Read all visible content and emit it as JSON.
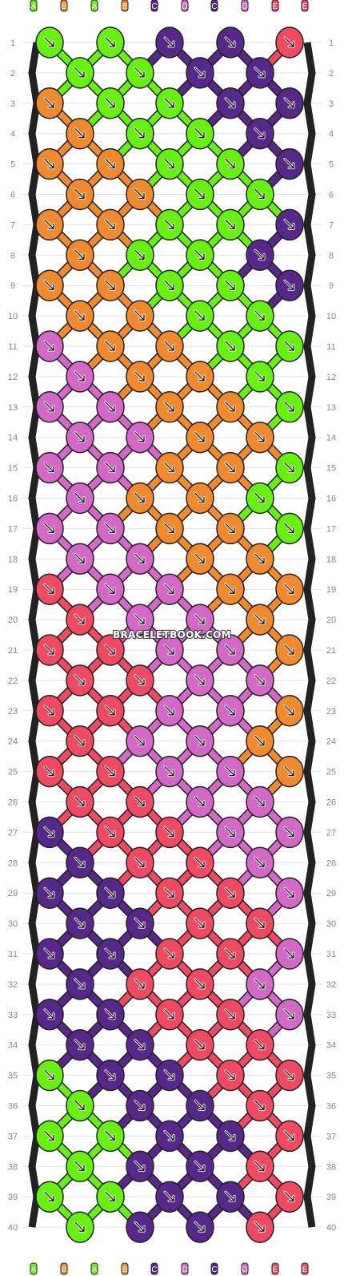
{
  "strand_labels": [
    "A",
    "B",
    "A",
    "B",
    "C",
    "D",
    "C",
    "D",
    "E",
    "E"
  ],
  "strand_colors": {
    "A": "#66f20c",
    "B": "#f08a2c",
    "C": "#56288a",
    "D": "#d468c6",
    "E": "#f04a63"
  },
  "row_numbers": [
    "1",
    "2",
    "3",
    "4",
    "5",
    "6",
    "7",
    "8",
    "9",
    "10",
    "11",
    "12",
    "13",
    "14",
    "15",
    "16",
    "17",
    "18",
    "19",
    "20",
    "21",
    "22",
    "23",
    "24",
    "25",
    "26",
    "27",
    "28",
    "29",
    "30",
    "31",
    "32",
    "33",
    "34",
    "35",
    "36",
    "37",
    "38",
    "39",
    "40"
  ],
  "watermark": "BRACELETBOOK.COM",
  "knots": [
    [
      "A",
      "A",
      "C",
      "C",
      "E"
    ],
    [
      "A",
      "A",
      "C",
      "C"
    ],
    [
      "B",
      "A",
      "A",
      "C",
      "C"
    ],
    [
      "B",
      "A",
      "A",
      "C"
    ],
    [
      "B",
      "B",
      "A",
      "A",
      "C"
    ],
    [
      "B",
      "B",
      "A",
      "A"
    ],
    [
      "B",
      "B",
      "A",
      "A",
      "C"
    ],
    [
      "B",
      "A",
      "A",
      "C"
    ],
    [
      "B",
      "B",
      "A",
      "A",
      "C"
    ],
    [
      "B",
      "B",
      "A",
      "A"
    ],
    [
      "D",
      "B",
      "B",
      "A",
      "A"
    ],
    [
      "D",
      "B",
      "B",
      "A"
    ],
    [
      "D",
      "D",
      "B",
      "B",
      "A"
    ],
    [
      "D",
      "D",
      "B",
      "B"
    ],
    [
      "D",
      "D",
      "B",
      "B",
      "A"
    ],
    [
      "D",
      "B",
      "B",
      "A"
    ],
    [
      "D",
      "D",
      "B",
      "B",
      "A"
    ],
    [
      "D",
      "D",
      "B",
      "B"
    ],
    [
      "E",
      "D",
      "D",
      "B",
      "B"
    ],
    [
      "E",
      "D",
      "D",
      "B"
    ],
    [
      "E",
      "E",
      "D",
      "D",
      "B"
    ],
    [
      "E",
      "E",
      "D",
      "D"
    ],
    [
      "E",
      "E",
      "D",
      "D",
      "B"
    ],
    [
      "E",
      "D",
      "D",
      "B"
    ],
    [
      "E",
      "E",
      "D",
      "D",
      "B"
    ],
    [
      "E",
      "E",
      "D",
      "D"
    ],
    [
      "C",
      "E",
      "E",
      "D",
      "D"
    ],
    [
      "C",
      "E",
      "E",
      "D"
    ],
    [
      "C",
      "C",
      "E",
      "E",
      "D"
    ],
    [
      "C",
      "C",
      "E",
      "E"
    ],
    [
      "C",
      "C",
      "E",
      "E",
      "D"
    ],
    [
      "C",
      "E",
      "E",
      "D"
    ],
    [
      "C",
      "C",
      "E",
      "E",
      "D"
    ],
    [
      "C",
      "C",
      "E",
      "E"
    ],
    [
      "A",
      "C",
      "C",
      "E",
      "E"
    ],
    [
      "A",
      "C",
      "C",
      "E"
    ],
    [
      "A",
      "A",
      "C",
      "C",
      "E"
    ],
    [
      "A",
      "C",
      "C",
      "E"
    ],
    [
      "A",
      "A",
      "C",
      "C",
      "E"
    ],
    [
      "A",
      "C",
      "C",
      "E"
    ]
  ]
}
